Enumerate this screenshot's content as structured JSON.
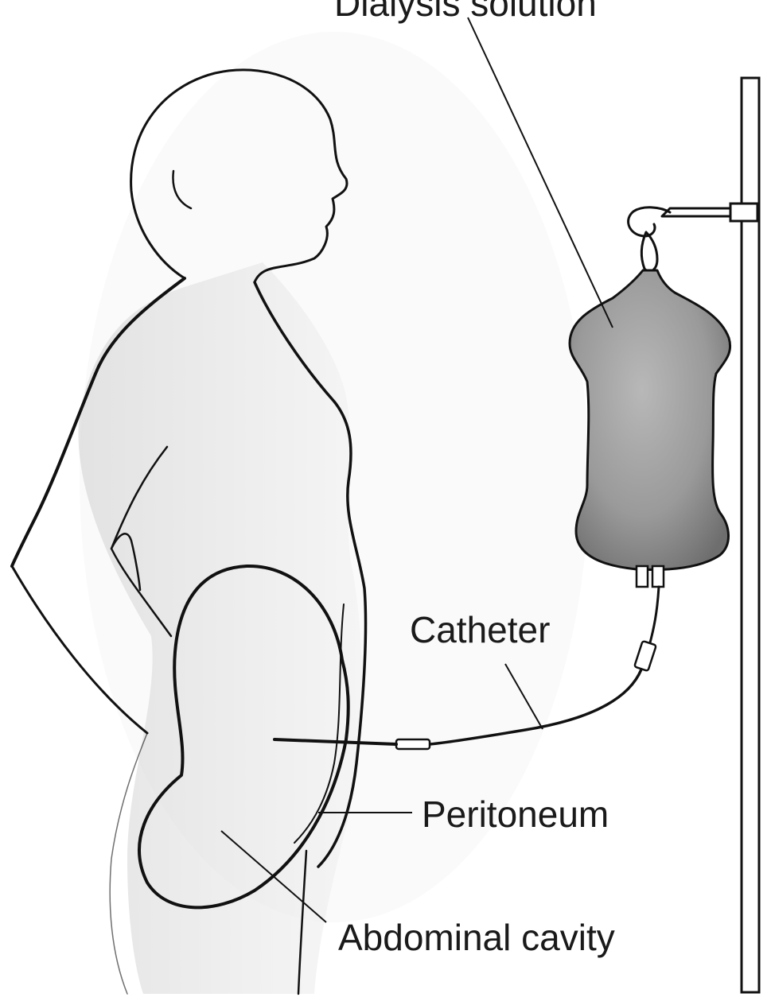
{
  "diagram": {
    "labels": {
      "dialysis_solution": "Dialysis solution",
      "catheter": "Catheter",
      "peritoneum": "Peritoneum",
      "abdominal_cavity": "Abdominal cavity"
    },
    "colors": {
      "ink": "#111111",
      "skin_shade": "#d9d9d9",
      "bag_fill": "#9a9a9a",
      "background": "#ffffff"
    }
  }
}
